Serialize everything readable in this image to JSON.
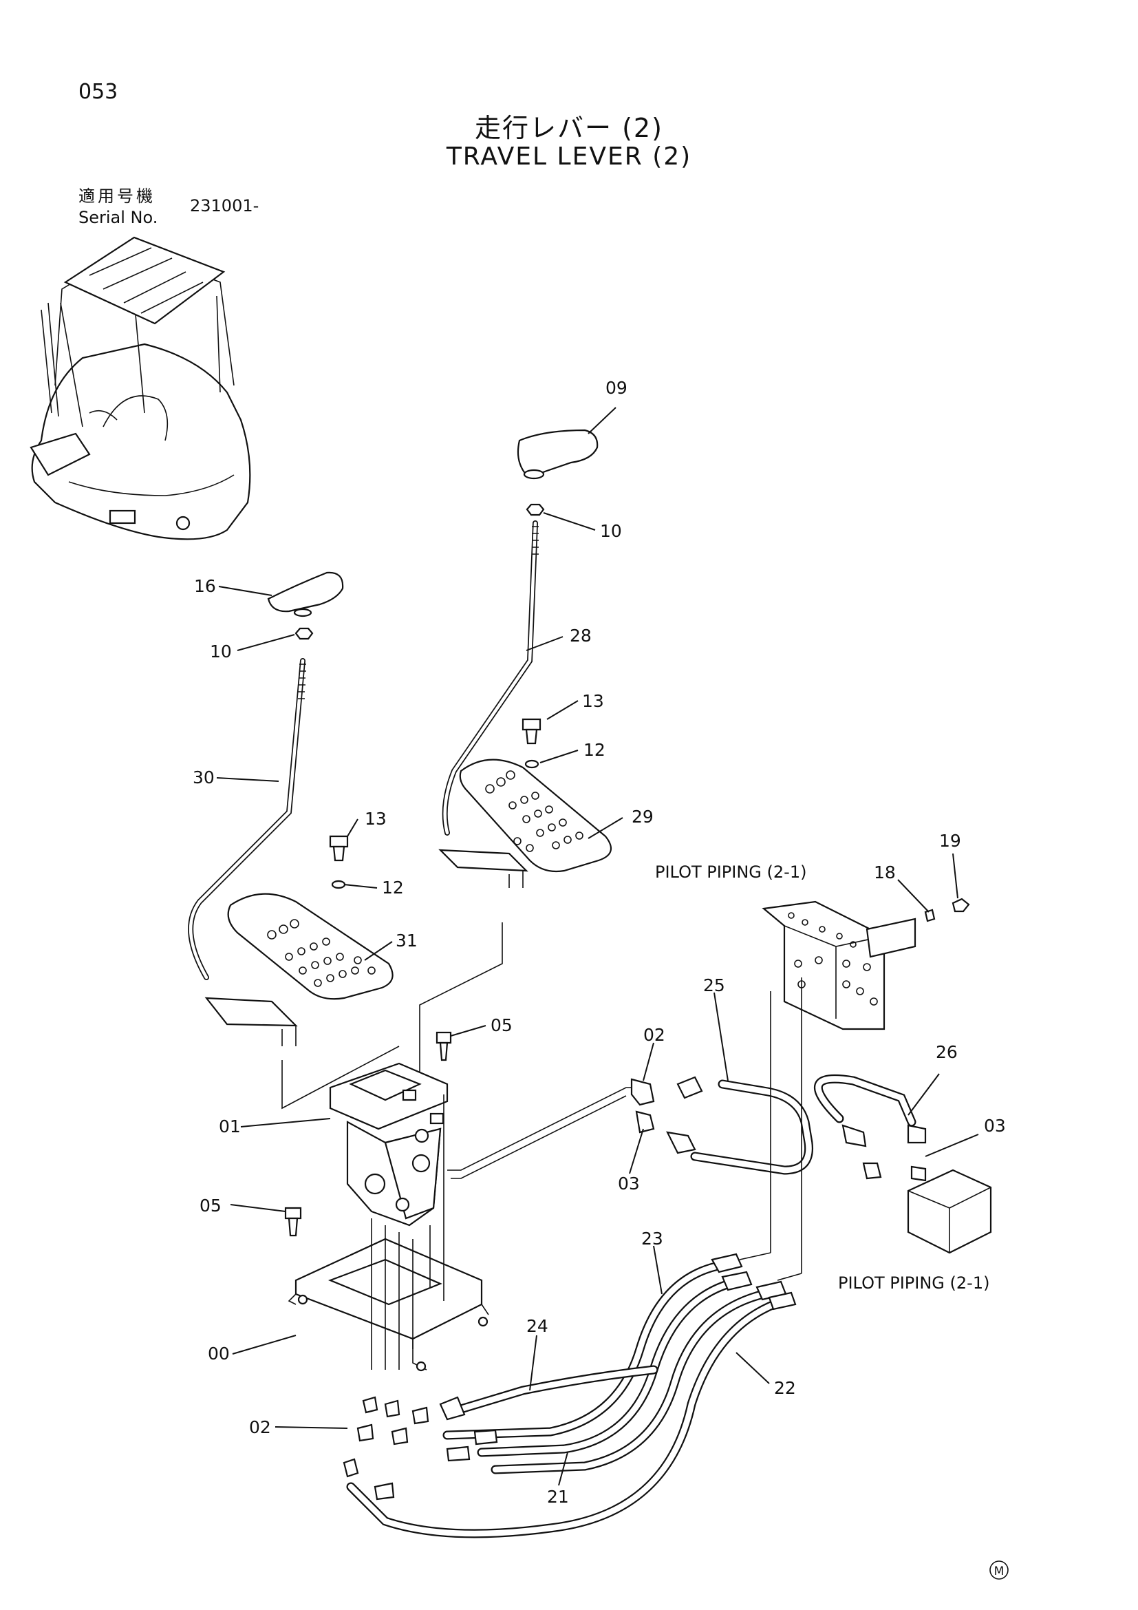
{
  "header": {
    "page_number": "053",
    "title_jp": "走行レバー (2)",
    "title_en": "TRAVEL LEVER (2)",
    "serial_label_jp": "適用号機",
    "serial_label_en": "Serial No.",
    "serial_value": "231001-"
  },
  "callouts": {
    "c09": "09",
    "c10a": "10",
    "c16": "16",
    "c10b": "10",
    "c28": "28",
    "c13a": "13",
    "c12a": "12",
    "c29": "29",
    "c30": "30",
    "c13b": "13",
    "c12b": "12",
    "c31": "31",
    "c19": "19",
    "c18": "18",
    "c25": "25",
    "c26": "26",
    "c05a": "05",
    "c02a": "02",
    "c01": "01",
    "c03a": "03",
    "c03b": "03",
    "c05b": "05",
    "c23": "23",
    "c24": "24",
    "c22": "22",
    "c00": "00",
    "c02b": "02",
    "c21": "21"
  },
  "notes": {
    "pilot_piping_top": "PILOT PIPING (2-1)",
    "pilot_piping_bottom": "PILOT PIPING (2-1)",
    "mark": "M"
  }
}
